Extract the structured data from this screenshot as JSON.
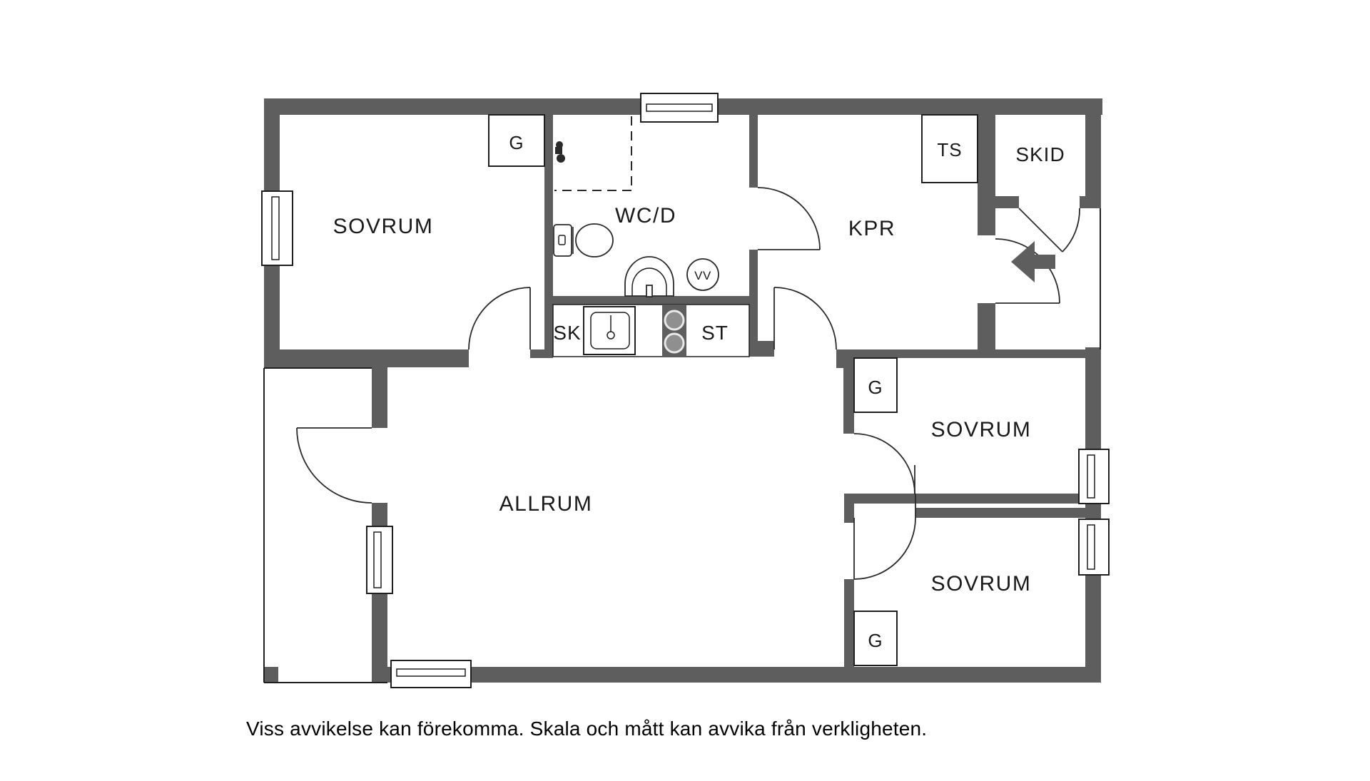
{
  "colors": {
    "wall": "#5e5e5e",
    "line": "#1f1f1f",
    "bg": "#ffffff"
  },
  "plan": {
    "room_labels": {
      "sovrum_top_left": "SOVRUM",
      "wc_d": "WC/D",
      "kpr": "KPR",
      "skid": "SKID",
      "sovrum_right_upper": "SOVRUM",
      "sovrum_right_lower": "SOVRUM",
      "allrum": "ALLRUM"
    },
    "closet_labels": {
      "wardrobe_top_left": "G",
      "drying_cabinet": "TS",
      "wardrobe_right_upper": "G",
      "wardrobe_right_lower": "G"
    },
    "kitchen_labels": {
      "sink_cabinet": "SK",
      "stove": "ST"
    },
    "fixture_labels": {
      "water_heater": "VV"
    }
  },
  "footer": {
    "disclaimer": "Viss avvikelse kan förekomma. Skala och mått kan avvika från verkligheten."
  }
}
